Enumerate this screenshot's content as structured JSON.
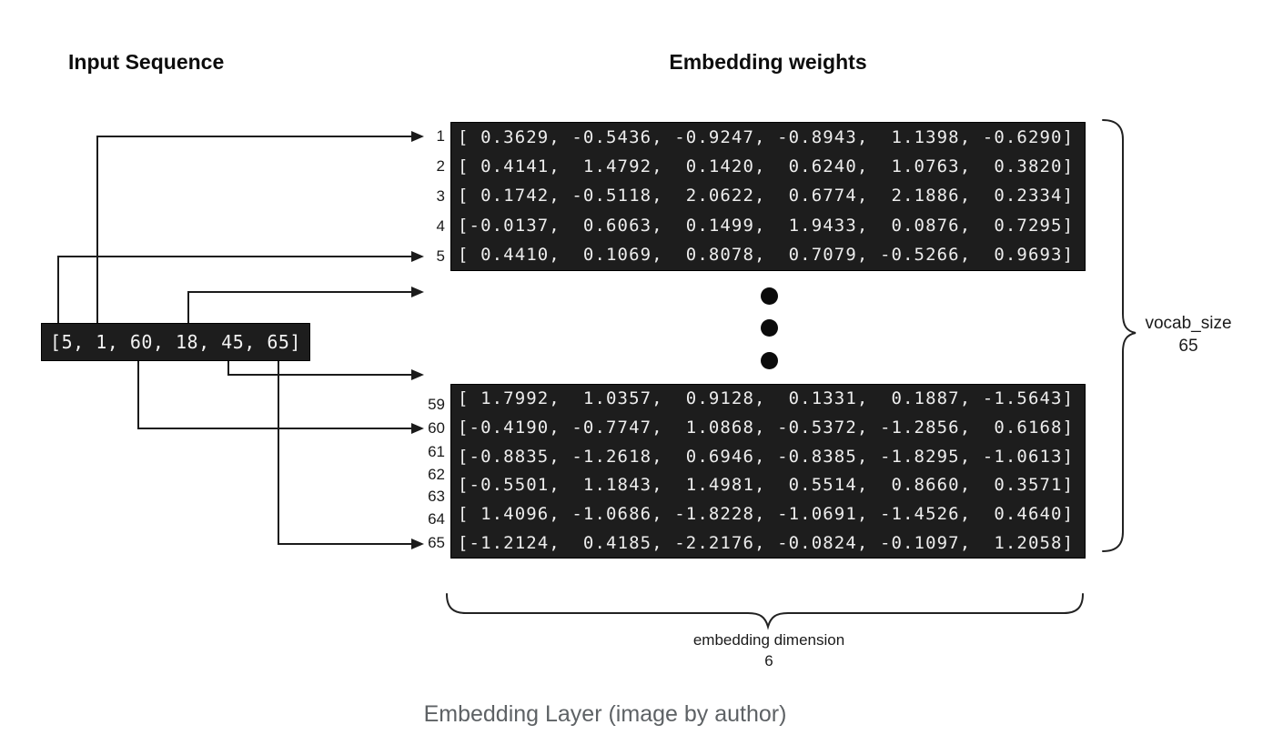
{
  "titles": {
    "input": "Input Sequence",
    "weights": "Embedding weights"
  },
  "input_sequence": {
    "text": "[5, 1, 60, 18, 45, 65]",
    "tokens": [
      5,
      1,
      60,
      18,
      45,
      65
    ]
  },
  "matrix_top": {
    "labels": [
      "1",
      "2",
      "3",
      "4",
      "5"
    ],
    "rows": [
      "[ 0.3629, -0.5436, -0.9247, -0.8943,  1.1398, -0.6290]",
      "[ 0.4141,  1.4792,  0.1420,  0.6240,  1.0763,  0.3820]",
      "[ 0.1742, -0.5118,  2.0622,  0.6774,  2.1886,  0.2334]",
      "[-0.0137,  0.6063,  0.1499,  1.9433,  0.0876,  0.7295]",
      "[ 0.4410,  0.1069,  0.8078,  0.7079, -0.5266,  0.9693]"
    ]
  },
  "matrix_bottom": {
    "labels": [
      "59",
      "60",
      "61",
      "62",
      "63",
      "64",
      "65"
    ],
    "rows": [
      "[ 1.7992,  1.0357,  0.9128,  0.1331,  0.1887, -1.5643]",
      "[-0.4190, -0.7747,  1.0868, -0.5372, -1.2856,  0.6168]",
      "[-0.8835, -1.2618,  0.6946, -0.8385, -1.8295, -1.0613]",
      "[-0.5501,  1.1843,  1.4981,  0.5514,  0.8660,  0.3571]",
      "[ 1.4096, -1.0686, -1.8228, -1.0691, -1.4526,  0.4640]",
      "[-1.2124,  0.4185, -2.2176, -0.0824, -0.1097,  1.2058]"
    ]
  },
  "connections": [
    {
      "token": "5",
      "target_row": "5"
    },
    {
      "token": "1",
      "target_row": "1"
    },
    {
      "token": "60",
      "target_row": "60"
    },
    {
      "token": "18",
      "target_row": "(elided rows)"
    },
    {
      "token": "45",
      "target_row": "(elided rows)"
    },
    {
      "token": "65",
      "target_row": "65"
    }
  ],
  "annotations": {
    "vocab_label": "vocab_size",
    "vocab_value": "65",
    "dim_label": "embedding dimension",
    "dim_value": "6"
  },
  "caption": "Embedding Layer (image by author)",
  "colors": {
    "matrix_bg": "#1d1d1d",
    "matrix_text": "#ededed",
    "line": "#1b1b1b",
    "caption_text": "#5e6265"
  }
}
